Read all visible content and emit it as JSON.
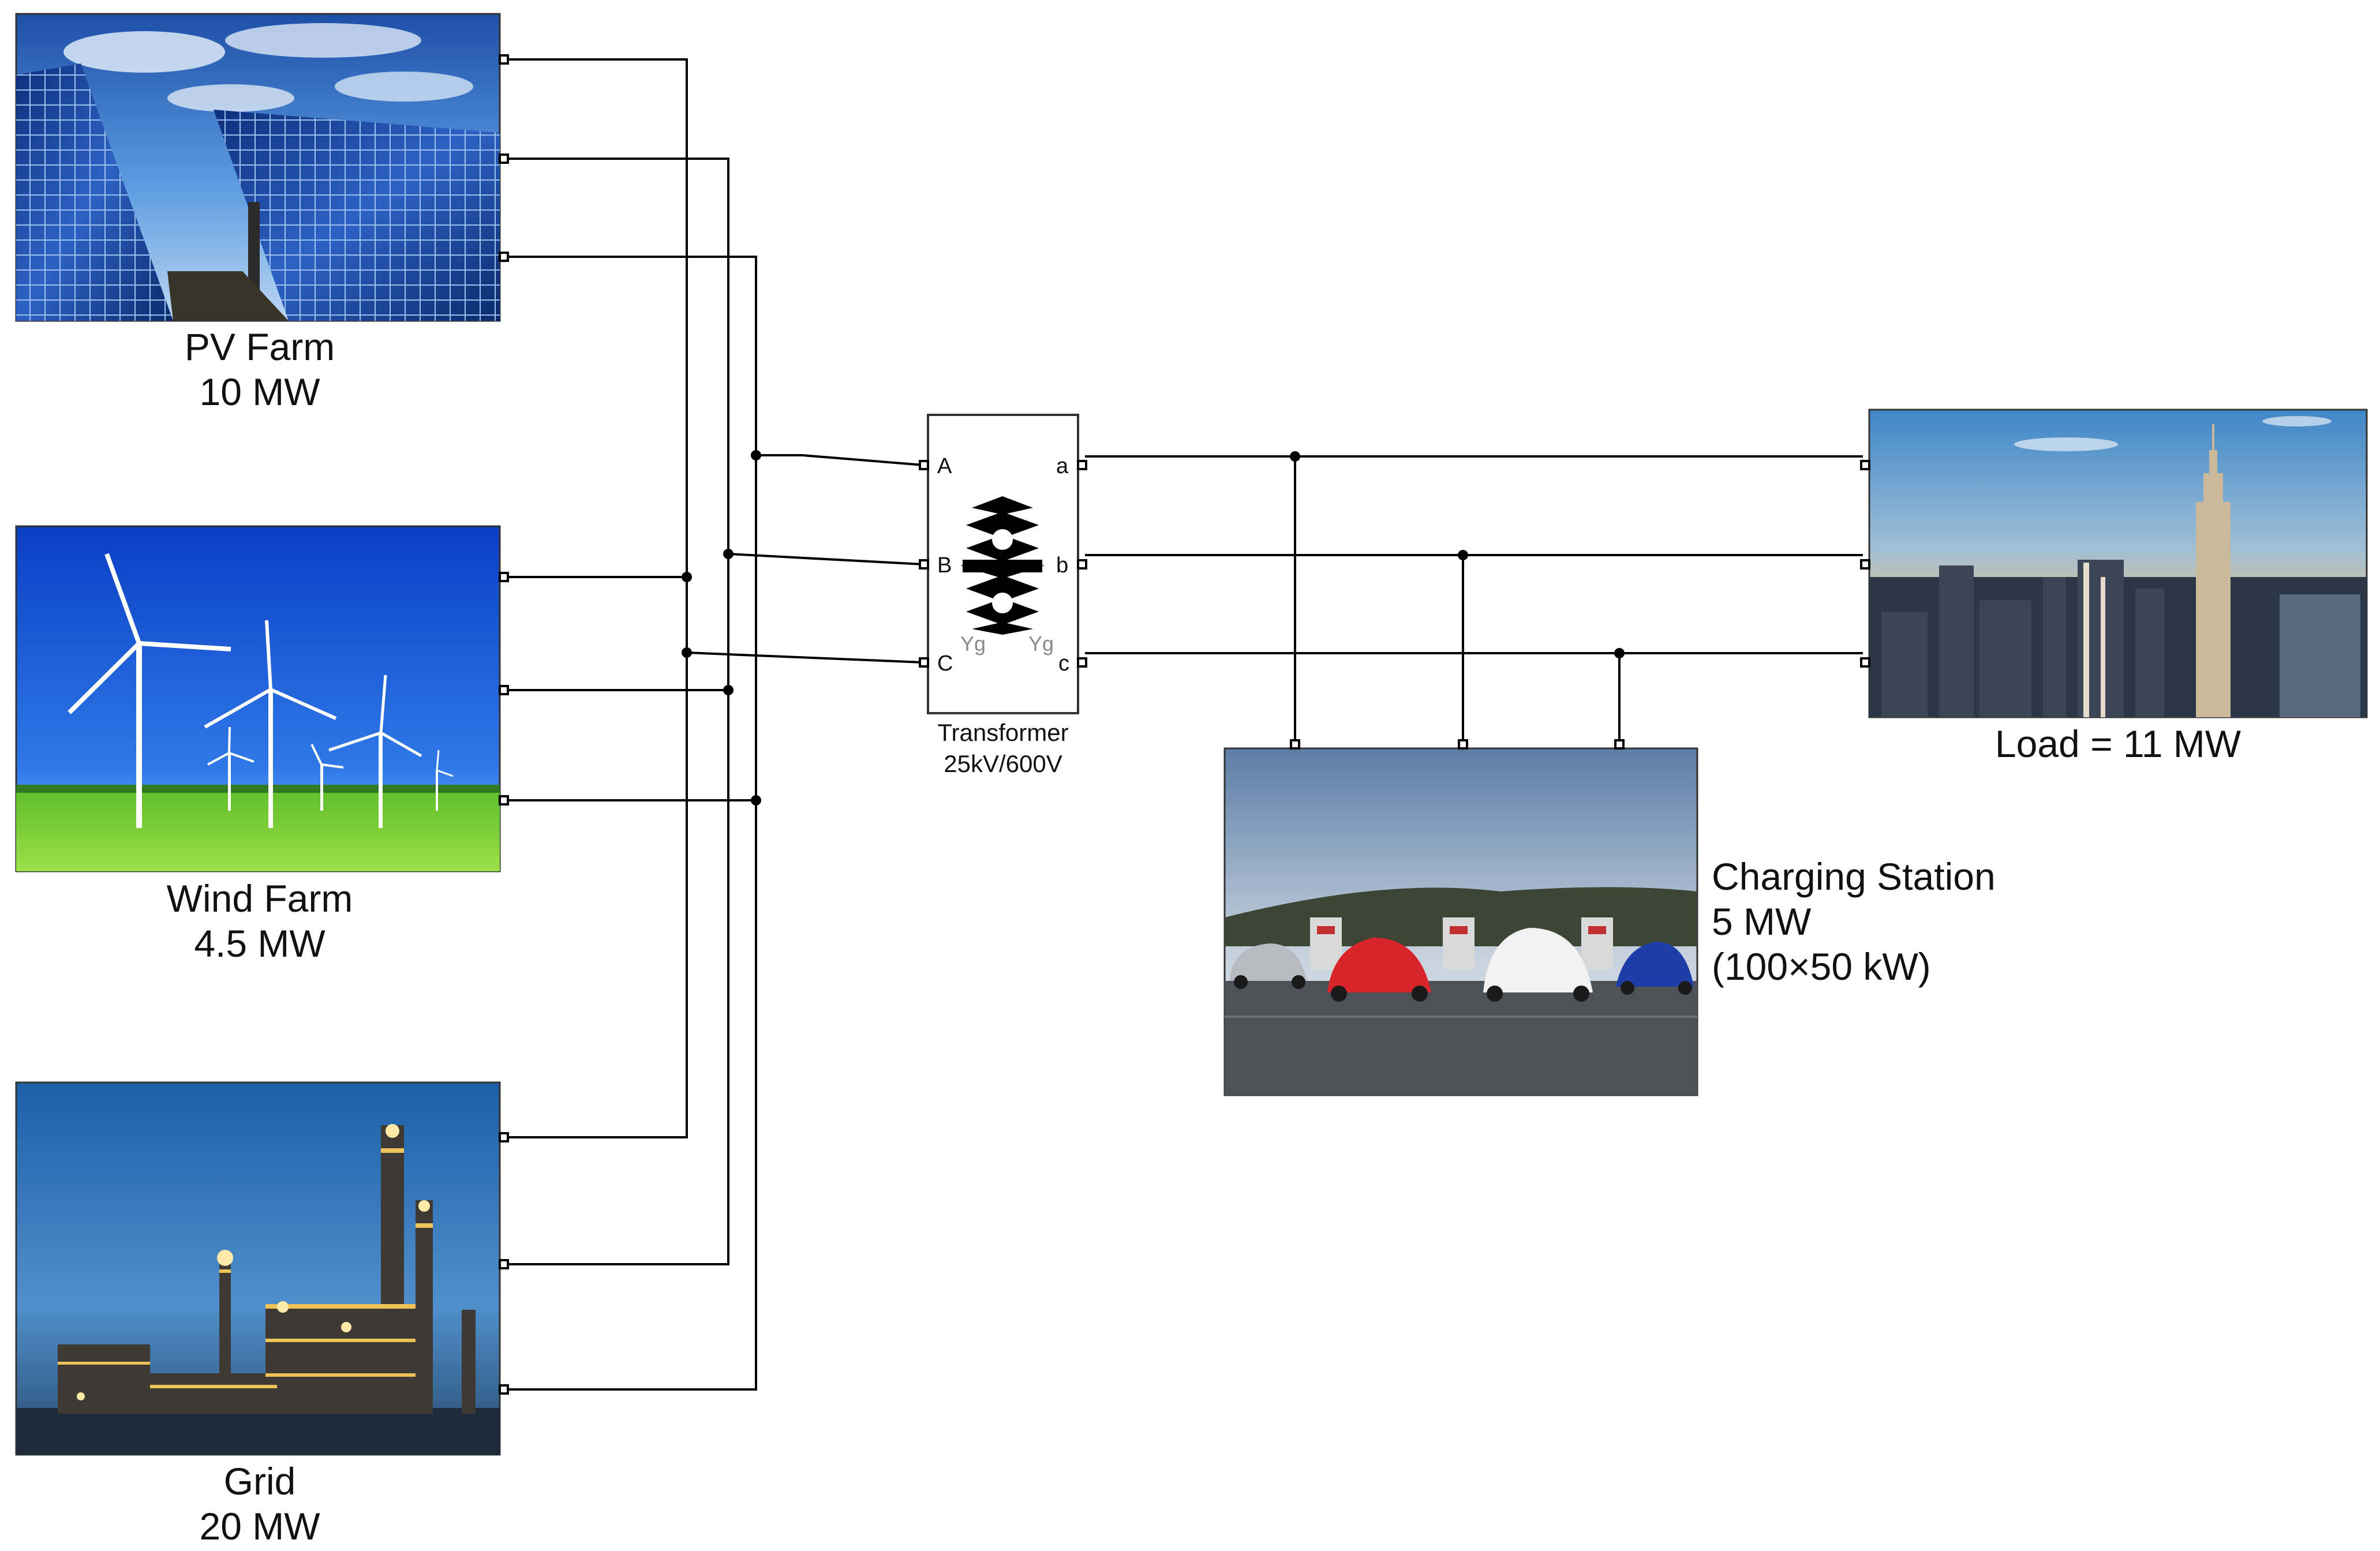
{
  "pv_farm": {
    "name": "PV Farm",
    "rating": "10 MW"
  },
  "wind_farm": {
    "name": "Wind Farm",
    "rating": "4.5 MW"
  },
  "grid": {
    "name": "Grid",
    "rating": "20 MW"
  },
  "transformer": {
    "name": "Transformer",
    "rating": "25kV/600V",
    "ports_in": [
      "A",
      "B",
      "C"
    ],
    "ports_out": [
      "a",
      "b",
      "c"
    ],
    "winding_primary": "Yg",
    "winding_secondary": "Yg"
  },
  "load": {
    "label": "Load = 11 MW"
  },
  "charging_station": {
    "name": "Charging Station",
    "rating": "5 MW",
    "detail": "(100×50 kW)"
  }
}
